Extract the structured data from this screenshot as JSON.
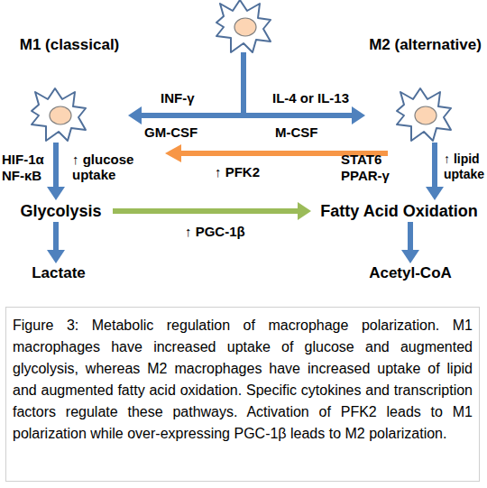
{
  "diagram": {
    "caption": "Figure 3: Metabolic regulation of macrophage polarization. M1 macrophages have increased uptake of glucose and augmented glycolysis, whereas M2 macrophages have increased uptake of lipid and augmented fatty acid oxidation. Specific cytokines and transcription factors regulate these pathways. Activation of PFK2 leads to M1 polarization while over-expressing PGC-1β leads to M2 polarization.",
    "nodes": [
      {
        "text": [
          "M1 (classical)"
        ]
      },
      {
        "text": [
          "M2 (alternative)"
        ]
      },
      {
        "text": [
          "Glycolysis"
        ]
      },
      {
        "text": [
          "Fatty Acid Oxidation"
        ]
      },
      {
        "text": [
          "Lactate"
        ]
      },
      {
        "text": [
          "Acetyl-CoA"
        ]
      }
    ],
    "edges": [
      {
        "from": 0,
        "to": 1,
        "arrow": "both"
      },
      {
        "from": 0,
        "to": 2,
        "arrow": "to"
      },
      {
        "from": 1,
        "to": 3,
        "arrow": "to"
      },
      {
        "from": 2,
        "to": 3,
        "label": "↑ PGC-1β",
        "arrow": "to"
      },
      {
        "from": 2,
        "to": 4,
        "arrow": "to"
      },
      {
        "from": 3,
        "to": 5,
        "arrow": "to"
      }
    ],
    "labels": [
      "INF-γ",
      "IL-4 or IL-13",
      "GM-CSF",
      "M-CSF",
      "HIF-1α",
      "NF-κB",
      "↑ glucose uptake",
      "STAT6",
      "PPAR-γ",
      "↑ lipid uptake",
      "↑ PFK2"
    ]
  }
}
